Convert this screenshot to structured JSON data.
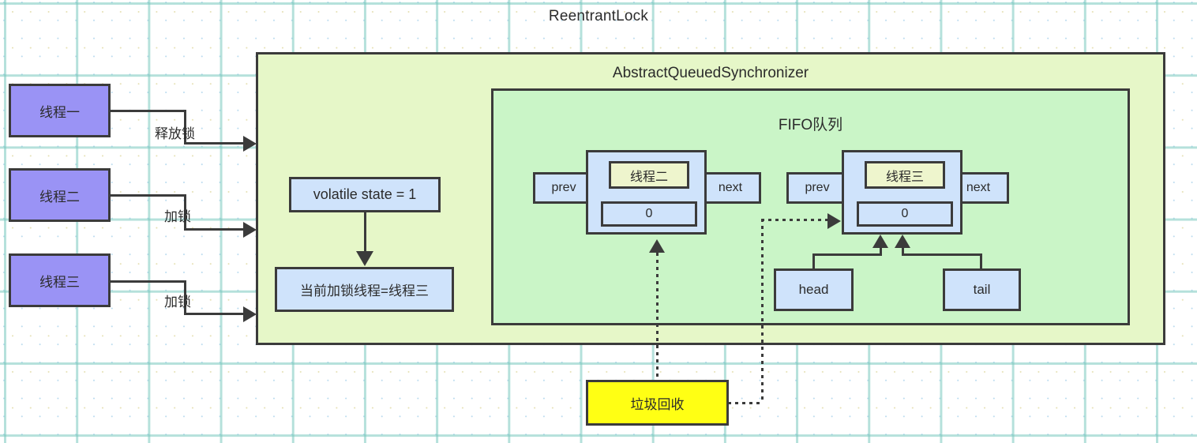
{
  "diagram": {
    "title": "ReentrantLock",
    "containers": {
      "aqs": "AbstractQueuedSynchronizer",
      "fifo": "FIFO队列"
    },
    "colors": {
      "thread_fill": "#9a93f5",
      "aqs_fill": "#e6f7c8",
      "fifo_fill": "#caf5c7",
      "blue_fill": "#cfe3fb",
      "node_thread_fill": "#eef5cd",
      "gc_fill": "#ffff14",
      "stroke": "#3b3b3b"
    },
    "threads": [
      {
        "label": "线程一",
        "edge_label": "释放锁"
      },
      {
        "label": "线程二",
        "edge_label": "加锁"
      },
      {
        "label": "线程三",
        "edge_label": "加锁"
      }
    ],
    "aqs_fields": {
      "state": "volatile state = 1",
      "owner": "当前加锁线程=线程三"
    },
    "queue_nodes": [
      {
        "prev": "prev",
        "thread": "线程二",
        "waitstatus": "0",
        "next": "next"
      },
      {
        "prev": "prev",
        "thread": "线程三",
        "waitstatus": "0",
        "next": "next"
      }
    ],
    "pointers": {
      "head": "head",
      "tail": "tail"
    },
    "gc": {
      "label": "垃圾回收"
    }
  }
}
